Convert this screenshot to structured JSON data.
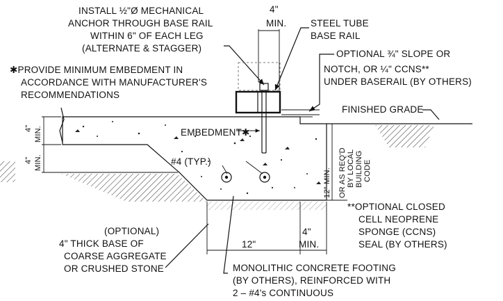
{
  "colors": {
    "ink": "#111111",
    "paper": "#ffffff"
  },
  "notes": {
    "anchor": [
      "INSTALL ½\"Ø MECHANICAL",
      "ANCHOR THROUGH BASE RAIL",
      "WITHIN 6\" OF EACH LEG",
      "(ALTERNATE & STAGGER)"
    ],
    "embedment": [
      "✱PROVIDE MINIMUM EMBEDMENT IN",
      "ACCORDANCE WITH MANUFACTURER'S",
      "RECOMMENDATIONS"
    ],
    "base_rail": [
      "STEEL TUBE",
      "BASE RAIL"
    ],
    "slope": [
      "OPTIONAL ¾\" SLOPE OR",
      "NOTCH, OR ¼\" CCNS**",
      "UNDER BASERAIL (BY OTHERS)"
    ],
    "finished_grade": "FINISHED GRADE",
    "embedment_label": "EMBEDMENT✱",
    "rebar_label": "#4 (TYP.)",
    "height_note": [
      "12\" MIN.",
      "OR AS REQ'D",
      "BY LOCAL",
      "BUILDING",
      "CODE"
    ],
    "ccns": [
      "**OPTIONAL CLOSED",
      "CELL NEOPRENE",
      "SPONGE (CCNS)",
      "SEAL (BY OTHERS)"
    ],
    "base": [
      "(OPTIONAL)",
      "4\" THICK BASE OF",
      "COARSE AGGREGATE",
      "OR CRUSHED STONE"
    ],
    "footing": [
      "MONOLITHIC CONCRETE FOOTING",
      "(BY OTHERS), REINFORCED WITH",
      "2 – #4's CONTINUOUS"
    ]
  },
  "dimensions": {
    "top_min": "4\"",
    "top_min_suffix": "MIN.",
    "left_upper": "4\"",
    "left_upper_suffix": "MIN.",
    "left_lower": "4\"",
    "left_lower_suffix": "MIN.",
    "bottom_width": "12\"",
    "bottom_min": "4\"",
    "bottom_min_suffix": "MIN."
  }
}
